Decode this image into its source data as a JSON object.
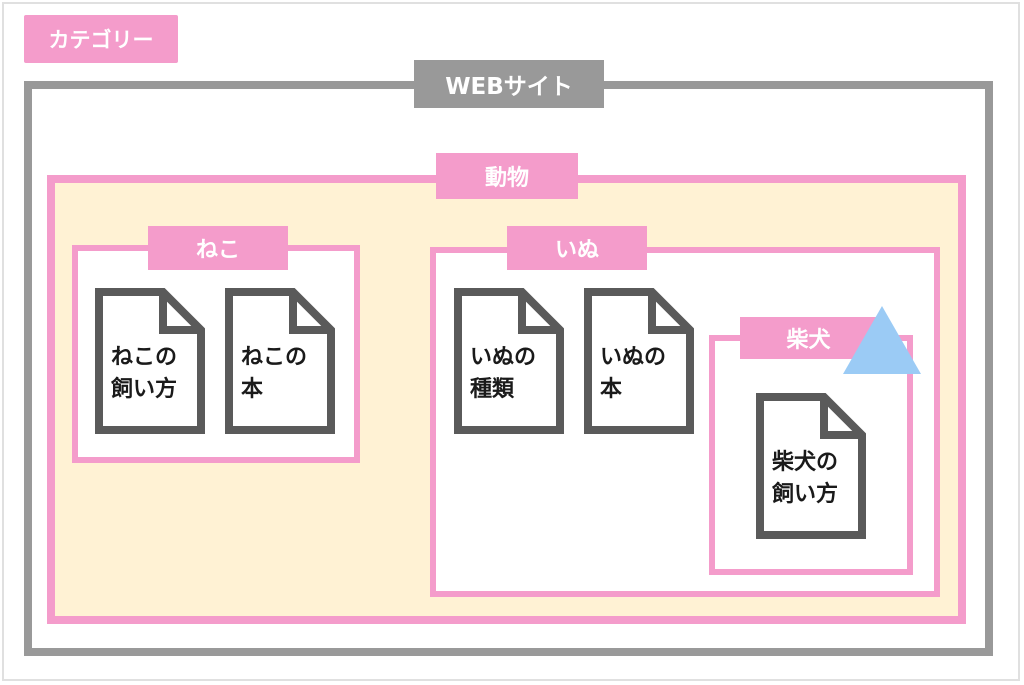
{
  "legend": {
    "label": "カテゴリー"
  },
  "containers": {
    "website": {
      "label": "WEBサイト"
    },
    "animals": {
      "label": "動物"
    },
    "cats": {
      "label": "ねこ"
    },
    "dogs": {
      "label": "いぬ"
    },
    "shiba": {
      "label": "柴犬"
    }
  },
  "documents": [
    {
      "title": "ねこの\n飼い方"
    },
    {
      "title": "ねこの\n本"
    },
    {
      "title": "いぬの\n種類"
    },
    {
      "title": "いぬの\n本"
    },
    {
      "title": "柴犬の\n飼い方"
    }
  ],
  "colors": {
    "category_pink": "#f49ccb",
    "website_gray": "#999999",
    "animal_fill": "#fff2d4",
    "document_gray": "#5a5a5a",
    "marker_blue": "#9bcbf5"
  },
  "marker": {
    "icon": "triangle-icon"
  }
}
